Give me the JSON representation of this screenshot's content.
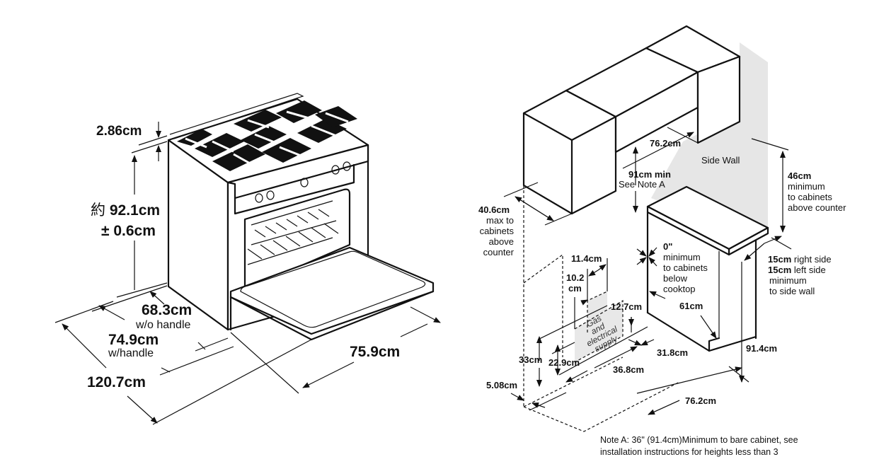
{
  "range_diagram": {
    "title": "Range dimensions",
    "cooktop_height": "2.86cm",
    "height_prefix": "約",
    "height_value": "92.1cm",
    "height_tolerance": "± 0.6cm",
    "depth_no_handle": "68.3cm",
    "depth_no_handle_note": "w/o handle",
    "depth_with_handle": "74.9cm",
    "depth_with_handle_note": "w/handle",
    "depth_door_open": "120.7cm",
    "width": "75.9cm"
  },
  "installation_diagram": {
    "title": "Installation clearances",
    "upper_cabinet_width": "76.2cm",
    "cabinet_clearance": "91cm min",
    "cabinet_clearance_note": "See Note A",
    "side_wall_label": "Side Wall",
    "side_cabinet_height": "46cm",
    "side_cabinet_lines": [
      "minimum",
      "to cabinets",
      "above counter"
    ],
    "max_depth": "40.6cm",
    "max_depth_lines": [
      "max to",
      "cabinets",
      "above",
      "counter"
    ],
    "below_clearance": "0\"",
    "below_clearance_lines": [
      "minimum",
      "to cabinets",
      "below",
      "cooktop"
    ],
    "side_clearance_right_value": "15cm",
    "side_clearance_right_text": "right side",
    "side_clearance_left_value": "15cm",
    "side_clearance_left_text": "left side",
    "side_clearance_lines": [
      "minimum",
      "to side wall"
    ],
    "supply_width": "11.4cm",
    "supply_offset_value": "10.2",
    "supply_offset_unit": "cm",
    "supply_height_top": "12.7cm",
    "cutout_depth": "61cm",
    "supply_label_lines": [
      "Gas",
      "and",
      "electrical",
      "supply"
    ],
    "floor_height_a": "33cm",
    "floor_height_b": "22.9cm",
    "back_offset": "31.8cm",
    "supply_span": "36.8cm",
    "floor_offset": "5.08cm",
    "counter_height": "91.4cm",
    "opening_width": "76.2cm",
    "side_wall_color": "#e6e6e6",
    "supply_area_color": "#e8e8e8"
  },
  "note": {
    "line1": "Note A: 36\" (91.4cm)Minimum to bare cabinet, see",
    "line2": "installation instructions for heights less than 3"
  }
}
